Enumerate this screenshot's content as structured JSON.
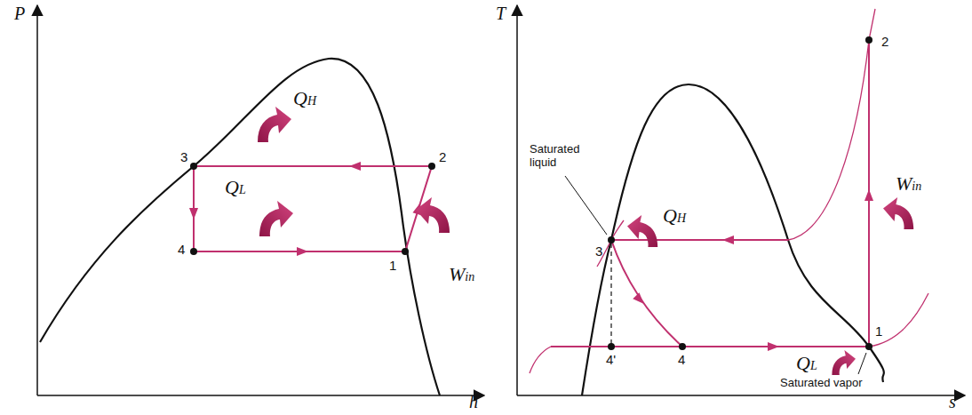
{
  "diagram": {
    "labels": [
      "P",
      "h",
      "3",
      "2",
      "QH",
      "QL",
      "4",
      "1",
      "Win",
      "T",
      "s",
      "Saturated liquid",
      "Saturated vapor",
      "QH",
      "3",
      "2",
      "Win",
      "4'",
      "4",
      "QL",
      "1"
    ]
  }
}
